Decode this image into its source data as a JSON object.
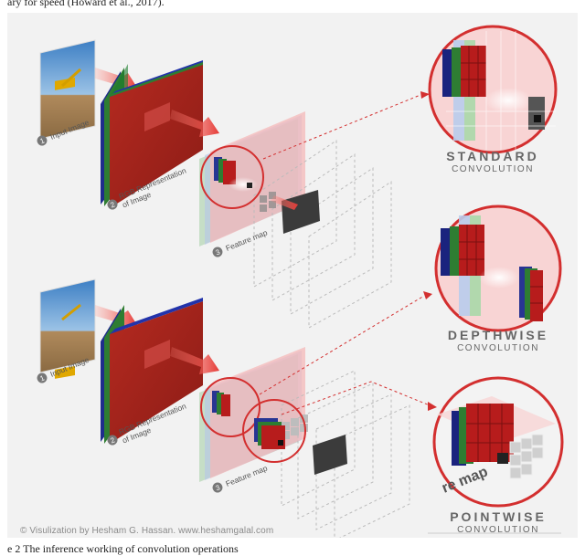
{
  "header": {
    "caption_fragment": "ary for speed (Howard et al., 2017)."
  },
  "labels": {
    "input_image": "Input Image",
    "rgb_line1": "RGB Representation",
    "rgb_line2": "of Image",
    "feature_map": "Feature map",
    "feature_map_fragment": "re map"
  },
  "step_numbers": [
    "1",
    "2",
    "3"
  ],
  "panels": {
    "standard": {
      "title": "STANDARD",
      "subtitle": "CONVOLUTION"
    },
    "depthwise": {
      "title": "DEPTHWISE",
      "subtitle": "CONVOLUTION"
    },
    "pointwise": {
      "title": "POINTWISE",
      "subtitle": "CONVOLUTION"
    }
  },
  "footer": {
    "credit": "© Visulization by Hesham G. Hassan. www.heshamgalal.com",
    "caption": "e 2 The inference working of convolution operations"
  },
  "colors": {
    "accent_red": "#d32f2f",
    "channel_red": "#b71c1c",
    "channel_green": "#2e7d32",
    "channel_blue": "#283593"
  }
}
